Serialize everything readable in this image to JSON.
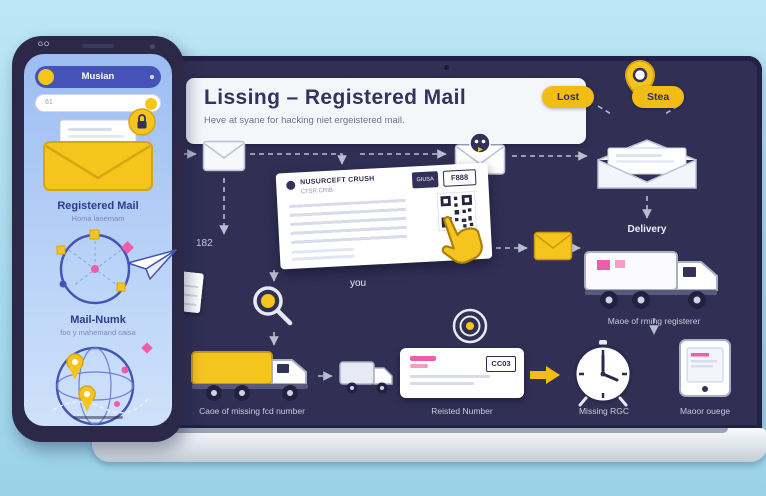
{
  "colors": {
    "background": "#a9dcee",
    "screen_background": "#312f54",
    "accent_yellow": "#f5c51e",
    "accent_pink": "#ef5da8",
    "panel_white": "#f5f6fa",
    "navy": "#33315a"
  },
  "phone": {
    "status_text": "GO",
    "app_title": "Musian",
    "search_text": "61",
    "sections": [
      {
        "title": "Registered Mail",
        "subtitle": "Homa lanemam"
      },
      {
        "title": "Mail-Numk",
        "subtitle": "foo y mahemand caisa"
      }
    ]
  },
  "screen": {
    "title": "Lissing – Registered Mail",
    "subtitle": "Heve at syane for hacking niet ergeistered mail.",
    "buttons": [
      {
        "label": "Lost"
      },
      {
        "label": "Stea"
      }
    ],
    "letter": {
      "header": "NUSURCEFT CRUSH",
      "subheader": "CTSR CRIB",
      "stamp_dark": "GIUSA",
      "stamp_code": "F888"
    },
    "annotations": {
      "left_number": "182",
      "center_word": "you"
    },
    "flow_labels": {
      "delivery": "Delivery",
      "truck_right": "Maoe of rming registerer",
      "truck_bottom": "Caoe of missing fcd number",
      "document": "Reisted Number",
      "document_code": "CC03",
      "clock": "Missing RGC",
      "device": "Maoor ouege"
    }
  },
  "icons": [
    "envelope-icon",
    "lock-icon",
    "paper-plane-icon",
    "network-icon",
    "globe-icon",
    "map-pin-icon",
    "magnifier-icon",
    "target-icon",
    "truck-icon",
    "clock-icon",
    "tablet-icon",
    "qr-code-icon",
    "hand-cursor-icon"
  ]
}
